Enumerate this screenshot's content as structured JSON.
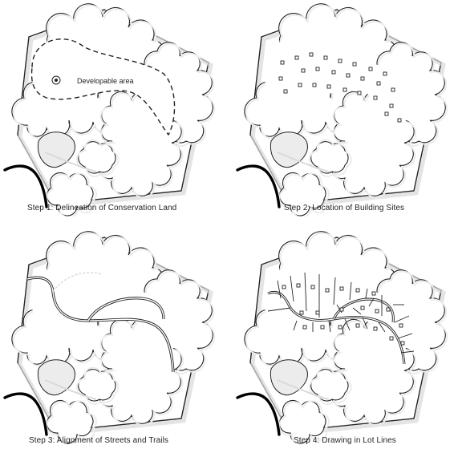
{
  "panels": [
    {
      "caption": "Step 1: Delineation of Conservation Land",
      "inner_label": "Developable area"
    },
    {
      "caption": "Step 2: Location of Building Sites"
    },
    {
      "caption": "Step 3: Alignment of Streets and Trails"
    },
    {
      "caption": "Step 4: Drawing in Lot Lines"
    }
  ],
  "colors": {
    "ink": "#222222",
    "paper": "#ffffff",
    "shade": "#d9d9d9",
    "light_shade": "#ececec"
  }
}
